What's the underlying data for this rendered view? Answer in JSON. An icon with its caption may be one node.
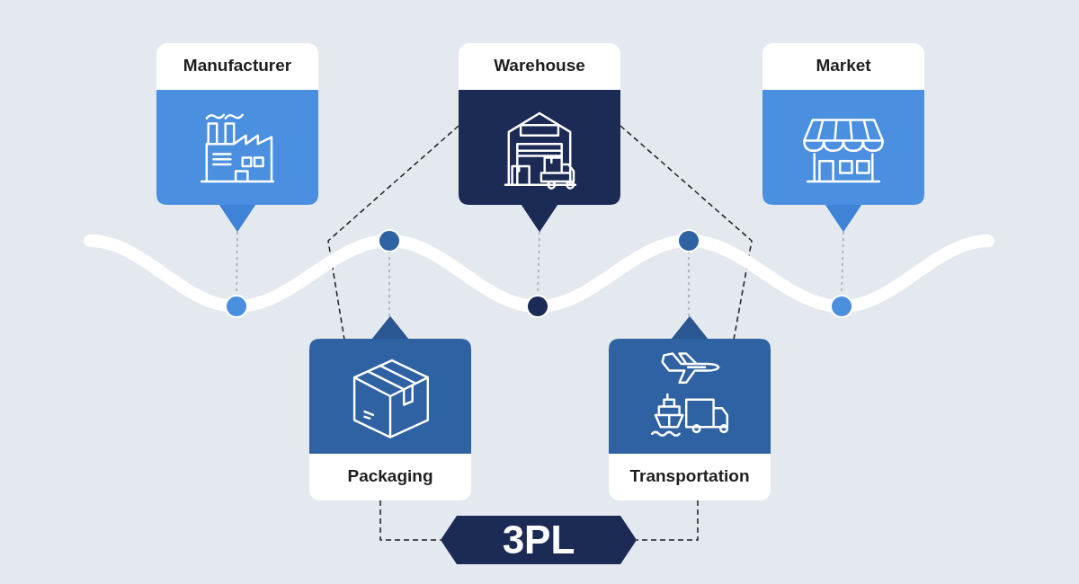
{
  "diagram": {
    "nodes": [
      {
        "text": [
          "Manufacturer"
        ]
      },
      {
        "text": [
          "Warehouse"
        ]
      },
      {
        "text": [
          "Market"
        ]
      },
      {
        "text": [
          "Packaging"
        ]
      },
      {
        "text": [
          "Transportation"
        ]
      },
      {
        "text": [
          "3PL"
        ]
      },
      {
        "text": [],
        "shape": "circle"
      },
      {
        "text": [],
        "shape": "circle"
      },
      {
        "text": [],
        "shape": "circle"
      },
      {
        "text": [],
        "shape": "circle"
      },
      {
        "text": [],
        "shape": "circle"
      }
    ],
    "edges": [
      {
        "from": 0,
        "to": 6,
        "arrow": "none",
        "style": "dashed",
        "color": "#9aa8bc"
      },
      {
        "from": 1,
        "to": 8,
        "arrow": "none",
        "style": "dashed",
        "color": "#9aa8bc"
      },
      {
        "from": 2,
        "to": 10,
        "arrow": "none",
        "style": "dashed",
        "color": "#9aa8bc"
      },
      {
        "from": 3,
        "to": 7,
        "arrow": "none",
        "style": "dashed",
        "color": "#9aa8bc"
      },
      {
        "from": 4,
        "to": 9,
        "arrow": "none",
        "style": "dashed",
        "color": "#9aa8bc"
      },
      {
        "from": 1,
        "to": 3,
        "arrow": "none",
        "style": "dashed",
        "color": "#1e1e1e"
      },
      {
        "from": 1,
        "to": 4,
        "arrow": "none",
        "style": "dashed",
        "color": "#1e1e1e"
      },
      {
        "from": 3,
        "to": 5,
        "arrow": "none",
        "style": "dashed",
        "color": "#1e1e1e"
      },
      {
        "from": 4,
        "to": 5,
        "arrow": "none",
        "style": "dashed",
        "color": "#1e1e1e"
      },
      {
        "from": 6,
        "to": 7,
        "arrow": "none",
        "style": "thick",
        "color": "#ffffff"
      },
      {
        "from": 7,
        "to": 8,
        "arrow": "none",
        "style": "thick",
        "color": "#ffffff"
      },
      {
        "from": 8,
        "to": 9,
        "arrow": "none",
        "style": "thick",
        "color": "#ffffff"
      },
      {
        "from": 9,
        "to": 10,
        "arrow": "none",
        "style": "thick",
        "color": "#ffffff"
      }
    ]
  }
}
